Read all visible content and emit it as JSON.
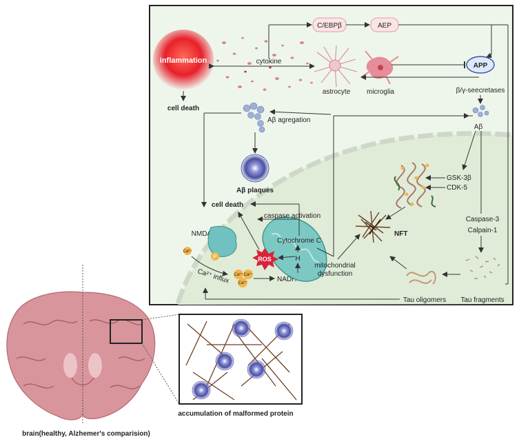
{
  "labels": {
    "inflammation": "inflammation",
    "cell_death_top": "cell death",
    "cytokine": "cytokine",
    "cebpb": "C/EBPβ",
    "aep": "AEP",
    "app": "APP",
    "astrocyte": "astrocyte",
    "microglia": "microglia",
    "secretases": "β/γ-seecretases",
    "ab_aggregation": "Aβ agregation",
    "ab": "Aβ",
    "ab_plaques": "Aβ plaques",
    "gsk3b": "GSK-3β",
    "cdk5": "CDK-5",
    "nmdar": "NMDAR",
    "cell_death_mid": "cell death",
    "caspase_activation": "caspase activation",
    "cytochrome_c": "Cytochrome C",
    "ros": "ROS",
    "h": "H",
    "nadh": "NADH",
    "p": "P",
    "ca": "Ca²⁺",
    "ca_influx": "Ca²⁺ influx",
    "mito_dysfunction_1": "mitochondrial",
    "mito_dysfunction_2": "dysfunction",
    "nft": "NFT",
    "caspase3": "Caspase-3",
    "calpain1": "Calpain-1",
    "tau_oligomers": "Tau oligomers",
    "tau_fragments": "Tau fragments",
    "accumulation": "accumulation of malformed protein",
    "brain_caption": "brain(healthy, Alzhemer's comparision)"
  },
  "colors": {
    "panel_bg": "#eef6ec",
    "cell_bg": "#e0ecd8",
    "membrane": "#cfd8c8",
    "inflammation": "#e8202a",
    "app_fill": "#dde8fa",
    "app_stroke": "#3b4fa8",
    "plaque": "#6a6fb4",
    "tau": "#6b3f24",
    "mito": "#7cc9c4",
    "ros": "#d8233a",
    "calcium": "#f2b64a",
    "brain": "#d8959c"
  }
}
